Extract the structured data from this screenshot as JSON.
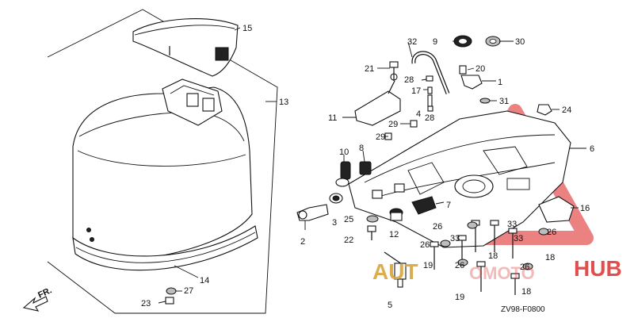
{
  "callouts": [
    {
      "id": "l1",
      "text": "1"
    },
    {
      "id": "l2",
      "text": "2"
    },
    {
      "id": "l3",
      "text": "3"
    },
    {
      "id": "l4",
      "text": "4"
    },
    {
      "id": "l5",
      "text": "5"
    },
    {
      "id": "l6",
      "text": "6"
    },
    {
      "id": "l7",
      "text": "7"
    },
    {
      "id": "l8",
      "text": "8"
    },
    {
      "id": "l9",
      "text": "9"
    },
    {
      "id": "l10",
      "text": "10"
    },
    {
      "id": "l11",
      "text": "11"
    },
    {
      "id": "l12",
      "text": "12"
    },
    {
      "id": "l13",
      "text": "13"
    },
    {
      "id": "l14",
      "text": "14"
    },
    {
      "id": "l15",
      "text": "15"
    },
    {
      "id": "l16",
      "text": "16"
    },
    {
      "id": "l17",
      "text": "17"
    },
    {
      "id": "l18a",
      "text": "18"
    },
    {
      "id": "l18b",
      "text": "18"
    },
    {
      "id": "l18c",
      "text": "18"
    },
    {
      "id": "l19a",
      "text": "19"
    },
    {
      "id": "l19b",
      "text": "19"
    },
    {
      "id": "l20",
      "text": "20"
    },
    {
      "id": "l21",
      "text": "21"
    },
    {
      "id": "l22",
      "text": "22"
    },
    {
      "id": "l23",
      "text": "23"
    },
    {
      "id": "l24",
      "text": "24"
    },
    {
      "id": "l25",
      "text": "25"
    },
    {
      "id": "l26a",
      "text": "26"
    },
    {
      "id": "l26b",
      "text": "26"
    },
    {
      "id": "l26c",
      "text": "26"
    },
    {
      "id": "l26d",
      "text": "26"
    },
    {
      "id": "l26e",
      "text": "26"
    },
    {
      "id": "l27",
      "text": "27"
    },
    {
      "id": "l28a",
      "text": "28"
    },
    {
      "id": "l28b",
      "text": "28"
    },
    {
      "id": "l29a",
      "text": "29"
    },
    {
      "id": "l29b",
      "text": "29"
    },
    {
      "id": "l30",
      "text": "30"
    },
    {
      "id": "l31",
      "text": "31"
    },
    {
      "id": "l32",
      "text": "32"
    },
    {
      "id": "l33a",
      "text": "33"
    },
    {
      "id": "l33b",
      "text": "33"
    },
    {
      "id": "l33c",
      "text": "33"
    }
  ],
  "front_label": "FR.",
  "diagram_code": "ZV98-F0800",
  "watermark": {
    "left": "AUT",
    "right": "HUB",
    "middle": "OMOTO",
    "colors": {
      "red": "#e03a3a",
      "gold": "#d9a53a"
    }
  }
}
